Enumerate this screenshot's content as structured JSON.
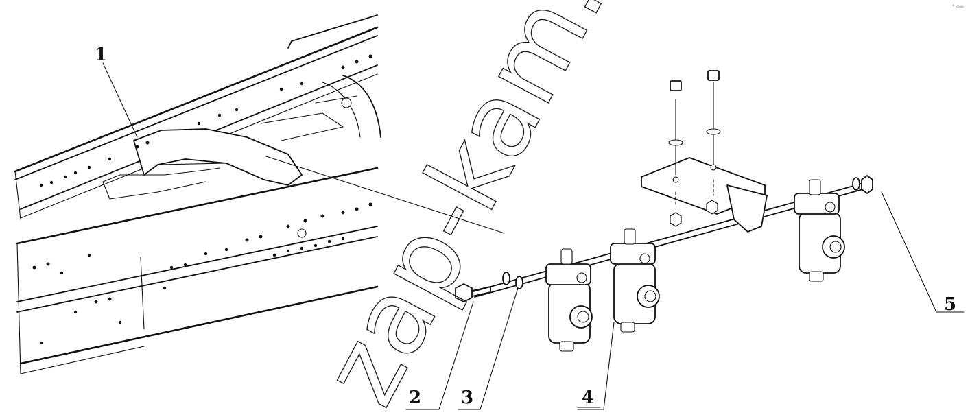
{
  "watermark": "zap-kam.ru",
  "corner_mark": "° ∞∞",
  "callouts": [
    {
      "label": "1",
      "target": "frame-crossmember"
    },
    {
      "label": "2",
      "target": "bolt"
    },
    {
      "label": "3",
      "target": "washer"
    },
    {
      "label": "4",
      "target": "valve"
    },
    {
      "label": "5",
      "target": "nut"
    }
  ]
}
